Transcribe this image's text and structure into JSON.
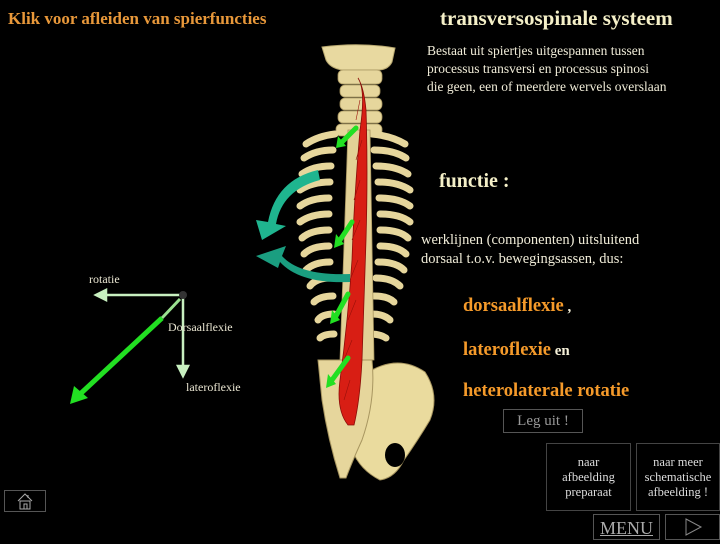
{
  "header": {
    "link_label": "Klik voor afleiden van spierfuncties",
    "title": "transversospinale systeem"
  },
  "description": {
    "lines": [
      "Bestaat uit spiertjes uitgespannen tussen",
      "processus transversi en processus spinosi",
      "die geen, een of meerdere wervels overslaan"
    ]
  },
  "function": {
    "heading": "functie :",
    "intro_lines": [
      "werklijnen (componenten) uitsluitend",
      "dorsaal t.o.v. bewegingsassen, dus:"
    ],
    "items": [
      {
        "term": "dorsaalflexie",
        "suffix": " ,"
      },
      {
        "term": "lateroflexie",
        "suffix": " en"
      },
      {
        "term": "heterolaterale rotatie",
        "suffix": ""
      }
    ],
    "explain_button": "Leg uit !"
  },
  "diagram": {
    "labels": {
      "rotation": "rotatie",
      "dorsal_flexion": "Dorsaalflexie",
      "lateral_flexion": "lateroflexie"
    },
    "icons": [
      "spine-illustration",
      "curved-rotation-arrow",
      "vector-arrow"
    ]
  },
  "navigation": {
    "preparation_button": [
      "naar",
      "afbeelding",
      "preparaat"
    ],
    "schematic_button": [
      "naar meer",
      "schematische",
      "afbeelding !"
    ],
    "menu_button": "MENU",
    "next_icon": "play-triangle-icon",
    "home_icon": "house-icon"
  },
  "colors": {
    "background": "#000000",
    "accent_orange": "#f59a2a",
    "title_cream": "#f5f0c8",
    "muscle_red": "#d81e14",
    "bone": "#e8d9a0",
    "arrow_green": "#22e022",
    "rotation_teal": "#1fb58f"
  }
}
